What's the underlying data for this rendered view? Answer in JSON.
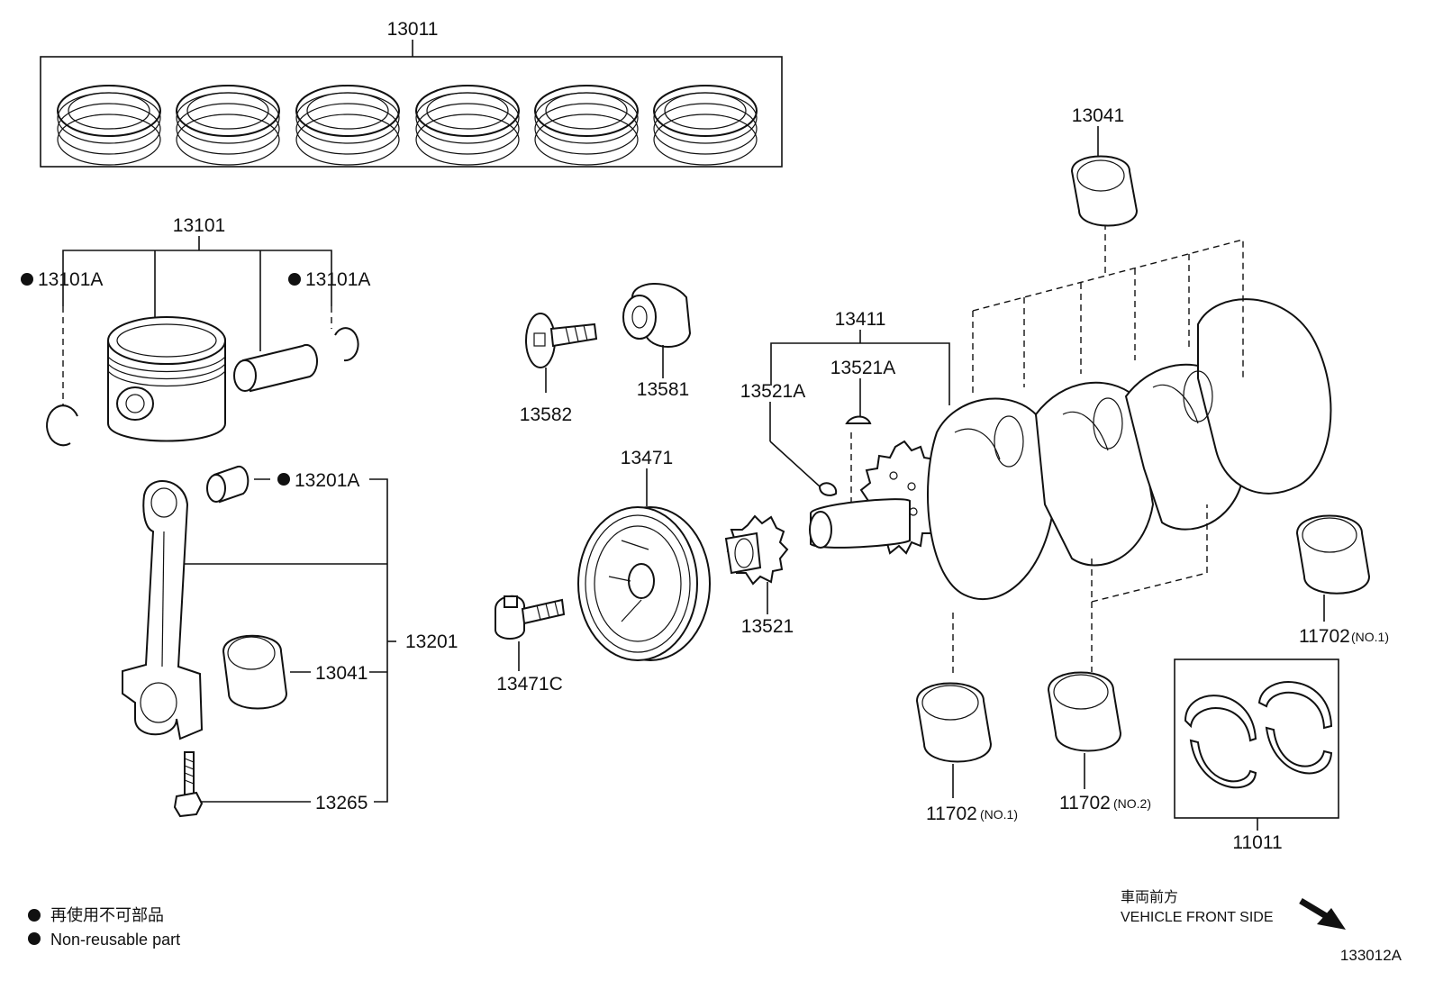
{
  "parts": {
    "p13011": "13011",
    "p13101": "13101",
    "p13101A_left": "13101A",
    "p13101A_right": "13101A",
    "p13201A": "13201A",
    "p13201": "13201",
    "p13041_rod": "13041",
    "p13265": "13265",
    "p13582": "13582",
    "p13581": "13581",
    "p13471": "13471",
    "p13471C": "13471C",
    "p13521": "13521",
    "p13521A_left": "13521A",
    "p13521A_right": "13521A",
    "p13411": "13411",
    "p13041_top": "13041",
    "p11702_right": "11702",
    "p11702_right_sub": "(NO.1)",
    "p11702_mid1": "11702",
    "p11702_mid1_sub": "(NO.1)",
    "p11702_mid2": "11702",
    "p11702_mid2_sub": "(NO.2)",
    "p11011": "11011"
  },
  "legend": {
    "japanese": "再使用不可部品",
    "english": "Non-reusable part"
  },
  "direction": {
    "japanese": "車両前方",
    "english": "VEHICLE FRONT SIDE"
  },
  "diagram_id": "133012A"
}
